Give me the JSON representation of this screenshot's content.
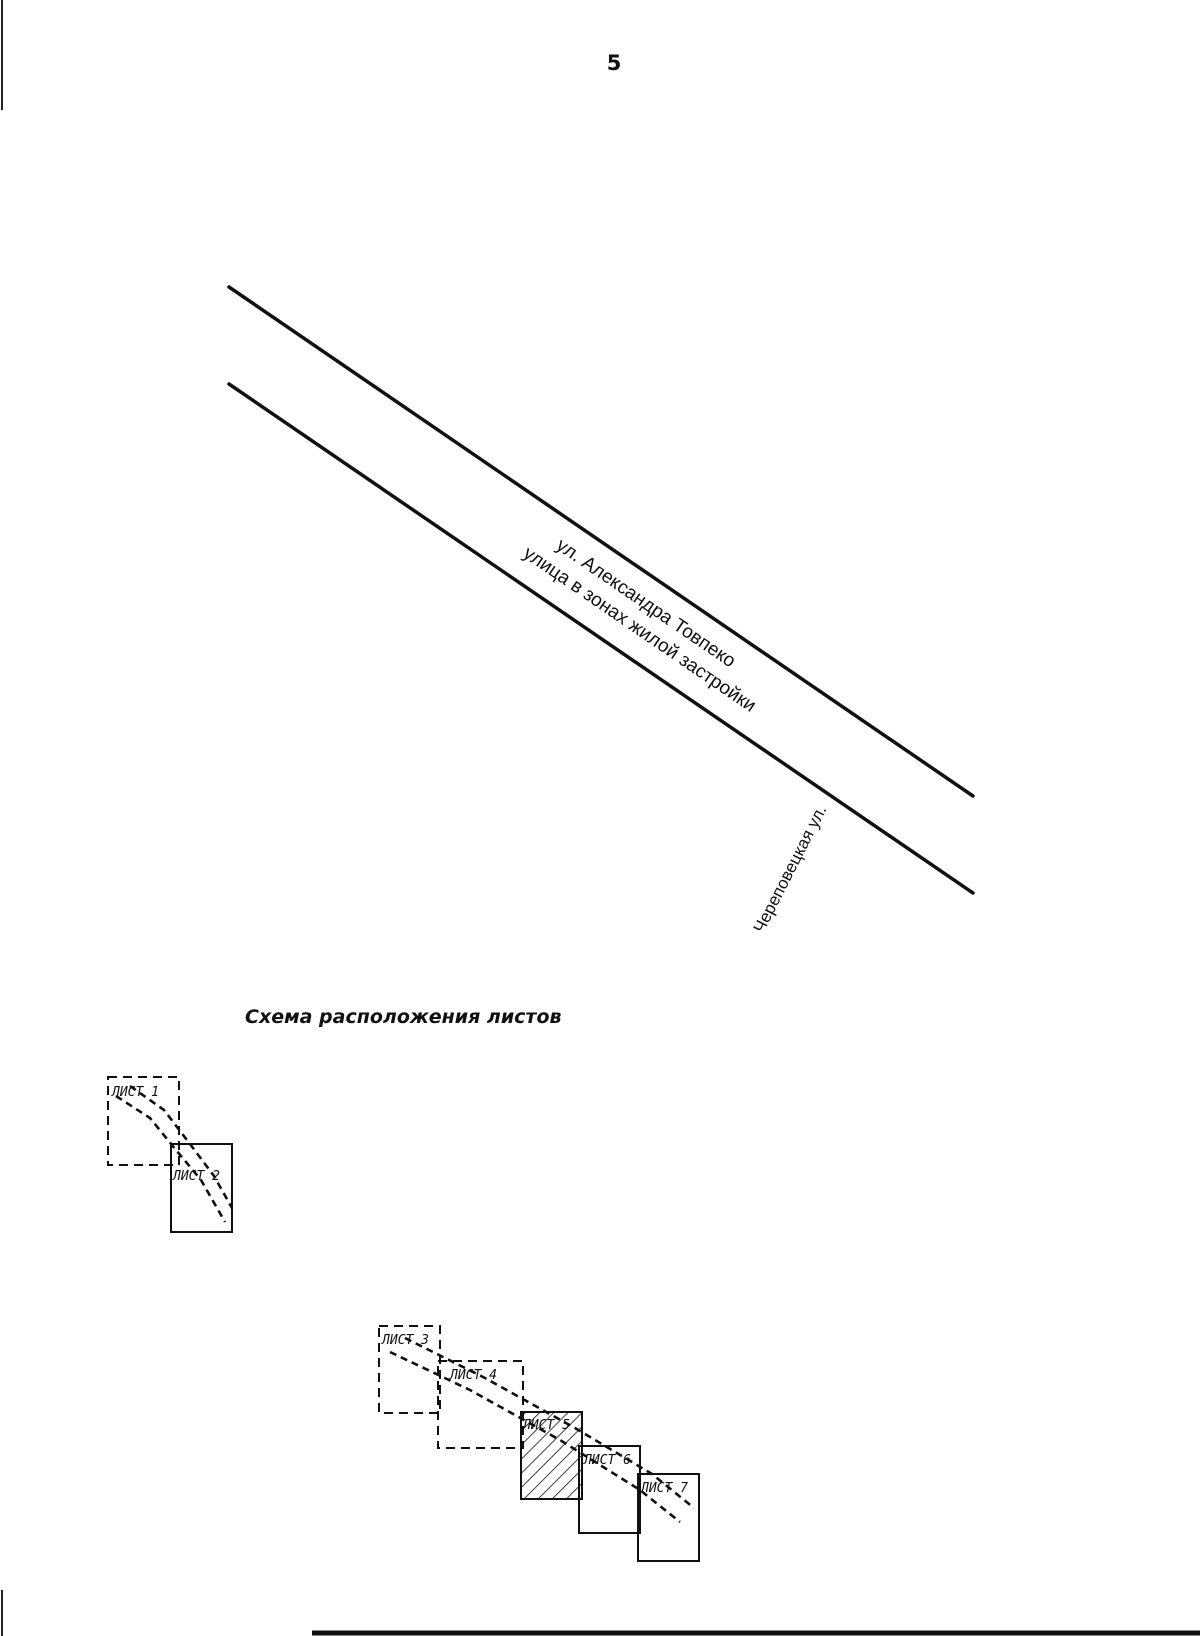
{
  "page_number": "5",
  "map": {
    "street_name": "ул. Александра Товпеко",
    "street_category": "улица в зонах жилой застройки",
    "cross_street": "Череповецкая ул."
  },
  "layout_scheme": {
    "title": "Схема расположения листов",
    "sheets": [
      {
        "label": "ЛИСТ 1",
        "frame": "dashed"
      },
      {
        "label": "ЛИСТ 2",
        "frame": "solid"
      },
      {
        "label": "ЛИСТ 3",
        "frame": "dashed"
      },
      {
        "label": "ЛИСТ 4",
        "frame": "dashed"
      },
      {
        "label": "ЛИСТ 5",
        "frame": "solid",
        "current": true
      },
      {
        "label": "ЛИСТ 6",
        "frame": "solid"
      },
      {
        "label": "ЛИСТ 7",
        "frame": "solid"
      }
    ]
  },
  "colors": {
    "ink": "#111111",
    "paper": "#ffffff"
  }
}
